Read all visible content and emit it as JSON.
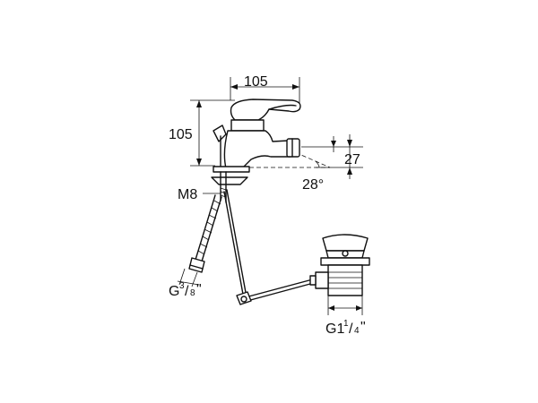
{
  "dimensions": {
    "width": "105",
    "height": "105",
    "aerator_offset": "27",
    "angle": "28°",
    "stud_thread": "M8",
    "hose_thread": {
      "base": "G",
      "num": "3",
      "den": "8",
      "mark": "\""
    },
    "waste_thread": {
      "base": "G1",
      "num": "1",
      "den": "4",
      "mark": "\""
    }
  }
}
